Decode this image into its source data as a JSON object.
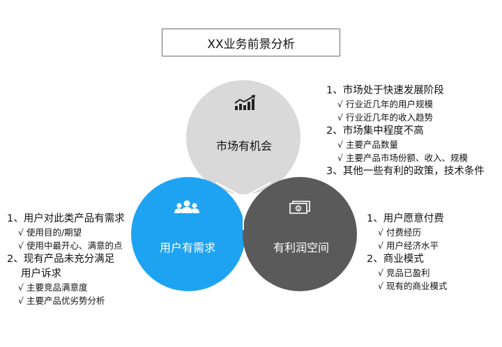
{
  "title": "XX业务前景分析",
  "circles": {
    "top": {
      "label": "市场有机会",
      "icon": "trend-chart-icon",
      "color": "#d9d9d9",
      "text_color": "#111111"
    },
    "left": {
      "label": "用户有需求",
      "icon": "users-icon",
      "color": "#1ea3f2",
      "text_color": "#ffffff"
    },
    "right": {
      "label": "有利润空间",
      "icon": "money-icon",
      "color": "#5a5a5a",
      "text_color": "#ffffff"
    }
  },
  "notes_top": {
    "h1": "1、市场处于快速发展阶段",
    "s1": "√ 行业近几年的用户规模",
    "s2": "√ 行业近几年的收入趋势",
    "h2": "2、市场集中程度不高",
    "s3": "√ 主要产品数量",
    "s4": "√  主要产品市场份额、收入、规模",
    "h3": "3、其他一些有利的政策，技术条件"
  },
  "notes_left": {
    "h1": "1、用户对此类产品有需求",
    "s1": "√ 使用目的/期望",
    "s2": "√ 使用中最开心、满意的点",
    "h2": "2、现有产品未充分满足",
    "h2b": "用户诉求",
    "s3": "√ 主要竞品满意度",
    "s4": "√ 主要产品优劣势分析"
  },
  "notes_right": {
    "h1": "1、用户愿意付费",
    "s1": "√ 付费经历",
    "s2": "√ 用户经济水平",
    "h2": "2、商业模式",
    "s3": "√ 竞品已盈利",
    "s4": "√  现有的商业模式"
  }
}
